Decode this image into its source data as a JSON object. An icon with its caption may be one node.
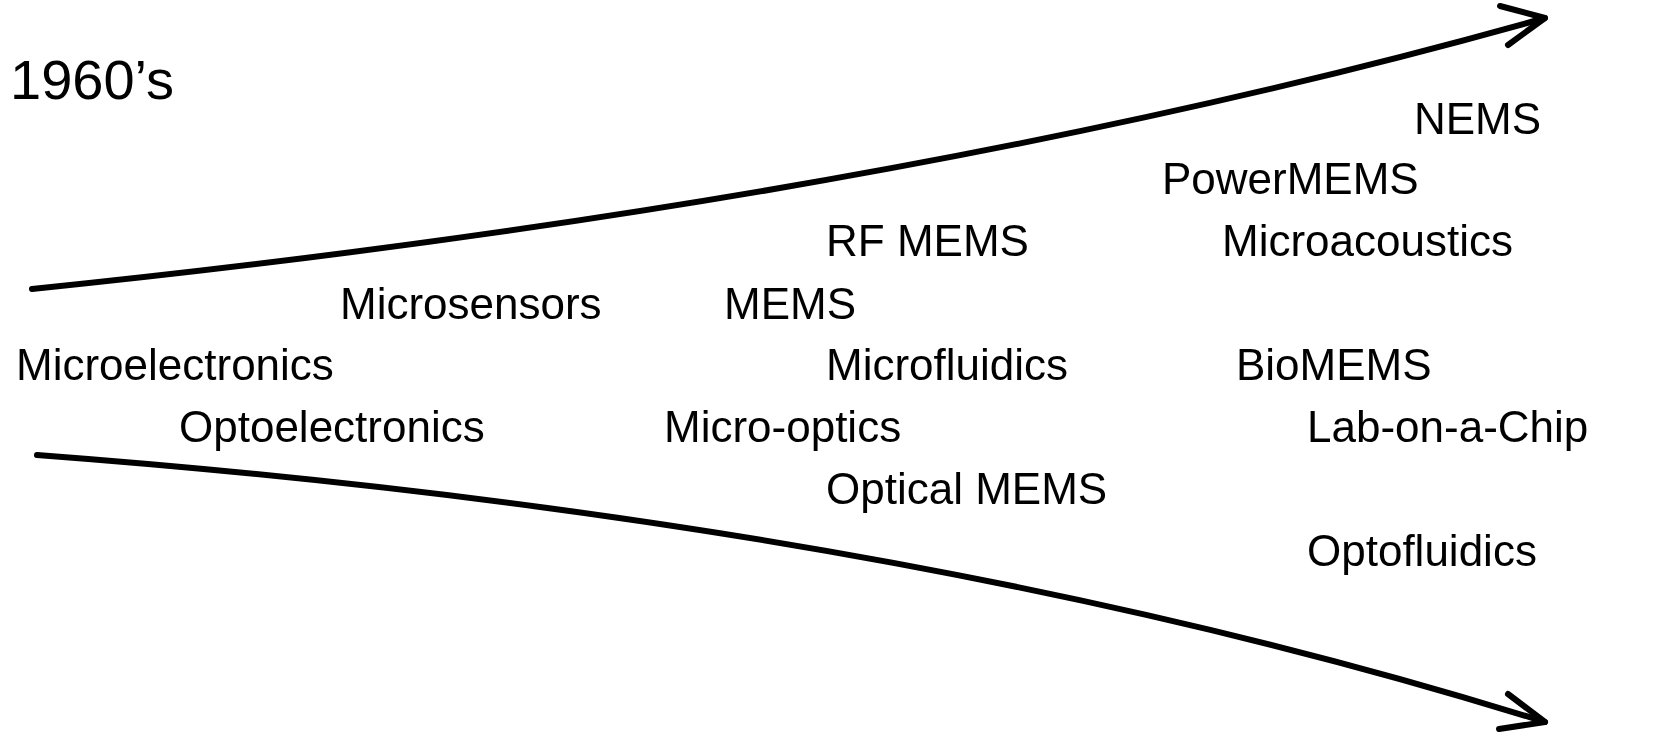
{
  "diagram": {
    "labels": [
      "1960’s",
      "NEMS",
      "PowerMEMS",
      "RF MEMS",
      "Microacoustics",
      "Microsensors",
      "MEMS",
      "Microelectronics",
      "Microfluidics",
      "BioMEMS",
      "Optoelectronics",
      "Micro-optics",
      "Lab-on-a-Chip",
      "Optical MEMS",
      "Optofluidics"
    ]
  }
}
